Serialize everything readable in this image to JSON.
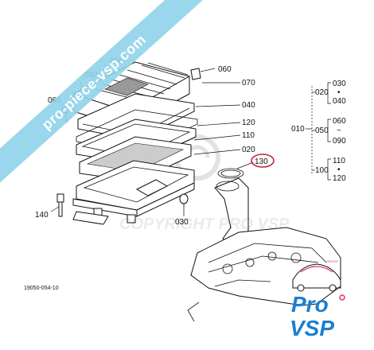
{
  "part_labels": {
    "p060_top": "060",
    "p060_left": "060",
    "p050": "050",
    "p080": "080",
    "p070": "070",
    "p040": "040",
    "p120": "120",
    "p110": "110",
    "p020": "020",
    "p130": "130",
    "p140": "140",
    "p030": "030"
  },
  "assembly_tree": {
    "root": "010",
    "g1_label": "020",
    "g1_a": "030",
    "g1_b": "040",
    "g2_label": "050",
    "g2_a": "060",
    "g2_b": "090",
    "g3_label": "100",
    "g3_a": "110",
    "g3_b": "120",
    "dot": "•",
    "tilde": "~"
  },
  "drawing_code": "19050-054-10",
  "watermark": {
    "banner_text": "pro-piece-vsp.com",
    "copyright": "COPYRIGHT PRO VSP"
  },
  "brand": {
    "group": "GROUP",
    "pro": "Pro",
    "vsp": "VSP"
  },
  "colors": {
    "banner": "#8fd3ea",
    "brand_blue": "#1c7fd0",
    "brand_accent": "#d33a5a",
    "highlight_circle": "#c0243c"
  }
}
